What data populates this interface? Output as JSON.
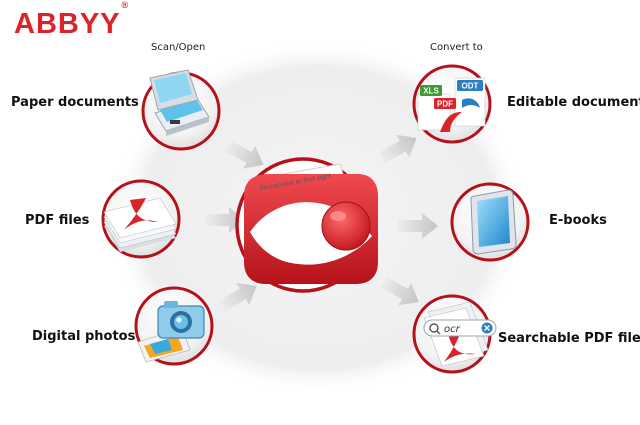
{
  "brand": {
    "name": "ABBYY",
    "mark": "®"
  },
  "columns": {
    "left_heading": "Scan/Open",
    "right_heading": "Convert to"
  },
  "inputs": [
    {
      "label": "Paper documents",
      "icon": "scanner-icon"
    },
    {
      "label": "PDF files",
      "icon": "pdf-stack-icon"
    },
    {
      "label": "Digital photos",
      "icon": "camera-icon"
    }
  ],
  "outputs": [
    {
      "label": "Editable documents",
      "icon": "office-formats-icon",
      "badges": [
        "XLS",
        "ODT",
        "PDF"
      ]
    },
    {
      "label": "E-books",
      "icon": "tablet-icon"
    },
    {
      "label": "Searchable PDF files",
      "icon": "searchable-pdf-icon",
      "search_text": "ocr"
    }
  ],
  "center": {
    "icon": "finereader-logo-icon",
    "caption": "Recognized at first sight"
  },
  "colors": {
    "brand_red": "#d9242b",
    "ring_red": "#b3121b",
    "arrow_gray": "#c8c8c8",
    "background_blob": "#eeeeee"
  }
}
